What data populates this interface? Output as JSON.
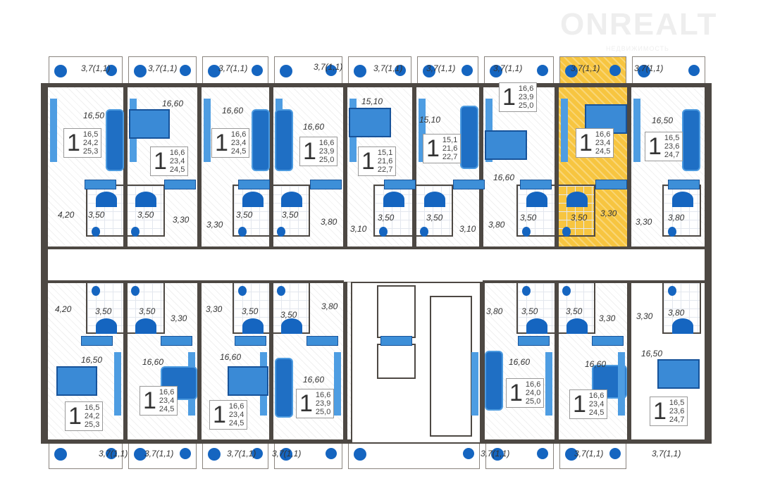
{
  "watermark": {
    "brand": "ONREALT",
    "subtitle": "НЕДВИЖИМОСТЬ"
  },
  "highlight_color": "#f7c540",
  "furniture_color": "#1565c0",
  "units_top": [
    {
      "rooms": "1",
      "living_area": "16,5",
      "total_area": "24,2",
      "total_with_balcony": "25,3",
      "living_label": "16,50",
      "bath_label": "3,50",
      "hall_label": "4,20",
      "balcony_label": "3,7(1,1)",
      "highlighted": false
    },
    {
      "rooms": "1",
      "living_area": "16,6",
      "total_area": "23,4",
      "total_with_balcony": "24,5",
      "living_label": "16,60",
      "bath_label": "3,50",
      "hall_label": "3,30",
      "balcony_label": "3,7(1,1)",
      "highlighted": false
    },
    {
      "rooms": "1",
      "living_area": "16,6",
      "total_area": "23,4",
      "total_with_balcony": "24,5",
      "living_label": "16,60",
      "bath_label": "3,50",
      "hall_label": "3,30",
      "balcony_label": "3,7(1,1)",
      "highlighted": false
    },
    {
      "rooms": "1",
      "living_area": "16,6",
      "total_area": "23,9",
      "total_with_balcony": "25,0",
      "living_label": "16,60",
      "bath_label": "3,50",
      "hall_label": "3,80",
      "balcony_label": "3,7(1,1)",
      "highlighted": false
    },
    {
      "rooms": "1",
      "living_area": "15,1",
      "total_area": "21,6",
      "total_with_balcony": "22,7",
      "living_label": "15,10",
      "bath_label": "3,50",
      "hall_label": "3,10",
      "balcony_label": "3,7(1,1)",
      "highlighted": false
    },
    {
      "rooms": "1",
      "living_area": "15,1",
      "total_area": "21,6",
      "total_with_balcony": "22,7",
      "living_label": "15,10",
      "bath_label": "3,50",
      "hall_label": "3,10",
      "balcony_label": "3,7(1,1)",
      "highlighted": false
    },
    {
      "rooms": "1",
      "living_area": "16,6",
      "total_area": "23,9",
      "total_with_balcony": "25,0",
      "living_label": "16,60",
      "bath_label": "3,50",
      "hall_label": "3,80",
      "balcony_label": "3,7(1,1)",
      "highlighted": false
    },
    {
      "rooms": "1",
      "living_area": "16,6",
      "total_area": "23,4",
      "total_with_balcony": "24,5",
      "living_label": "",
      "bath_label": "3,50",
      "hall_label": "3,30",
      "balcony_label": "3,7(1,1)",
      "highlighted": true
    },
    {
      "rooms": "1",
      "living_area": "16,5",
      "total_area": "23,6",
      "total_with_balcony": "24,7",
      "living_label": "16,50",
      "bath_label": "3,80",
      "hall_label": "3,30",
      "balcony_label": "3,7(1,1)",
      "highlighted": false
    }
  ],
  "units_bottom": [
    {
      "rooms": "1",
      "living_area": "16,5",
      "total_area": "24,2",
      "total_with_balcony": "25,3",
      "living_label": "16,50",
      "bath_label": "3,50",
      "hall_label": "4,20",
      "balcony_label": "3,7(1,1)",
      "highlighted": false
    },
    {
      "rooms": "1",
      "living_area": "16,6",
      "total_area": "23,4",
      "total_with_balcony": "24,5",
      "living_label": "16,60",
      "bath_label": "3,50",
      "hall_label": "3,30",
      "balcony_label": "3,7(1,1)",
      "highlighted": false
    },
    {
      "rooms": "1",
      "living_area": "16,6",
      "total_area": "23,4",
      "total_with_balcony": "24,5",
      "living_label": "16,60",
      "bath_label": "3,50",
      "hall_label": "3,30",
      "balcony_label": "3,7(1,1)",
      "highlighted": false
    },
    {
      "rooms": "1",
      "living_area": "16,6",
      "total_area": "23,9",
      "total_with_balcony": "25,0",
      "living_label": "16,60",
      "bath_label": "3,50",
      "hall_label": "3,80",
      "balcony_label": "3,7(1,1)",
      "highlighted": false
    },
    {
      "rooms": "1",
      "living_area": "16,6",
      "total_area": "24,0",
      "total_with_balcony": "25,0",
      "living_label": "16,60",
      "bath_label": "3,50",
      "hall_label": "3,80",
      "balcony_label": "3,7(1,1)",
      "highlighted": false
    },
    {
      "rooms": "1",
      "living_area": "16,6",
      "total_area": "23,4",
      "total_with_balcony": "24,5",
      "living_label": "16,60",
      "bath_label": "3,50",
      "hall_label": "3,30",
      "balcony_label": "3,7(1,1)",
      "highlighted": false
    },
    {
      "rooms": "1",
      "living_area": "16,5",
      "total_area": "23,6",
      "total_with_balcony": "24,7",
      "living_label": "16,50",
      "bath_label": "3,80",
      "hall_label": "3,30",
      "balcony_label": "3,7(1,1)",
      "highlighted": false
    }
  ]
}
